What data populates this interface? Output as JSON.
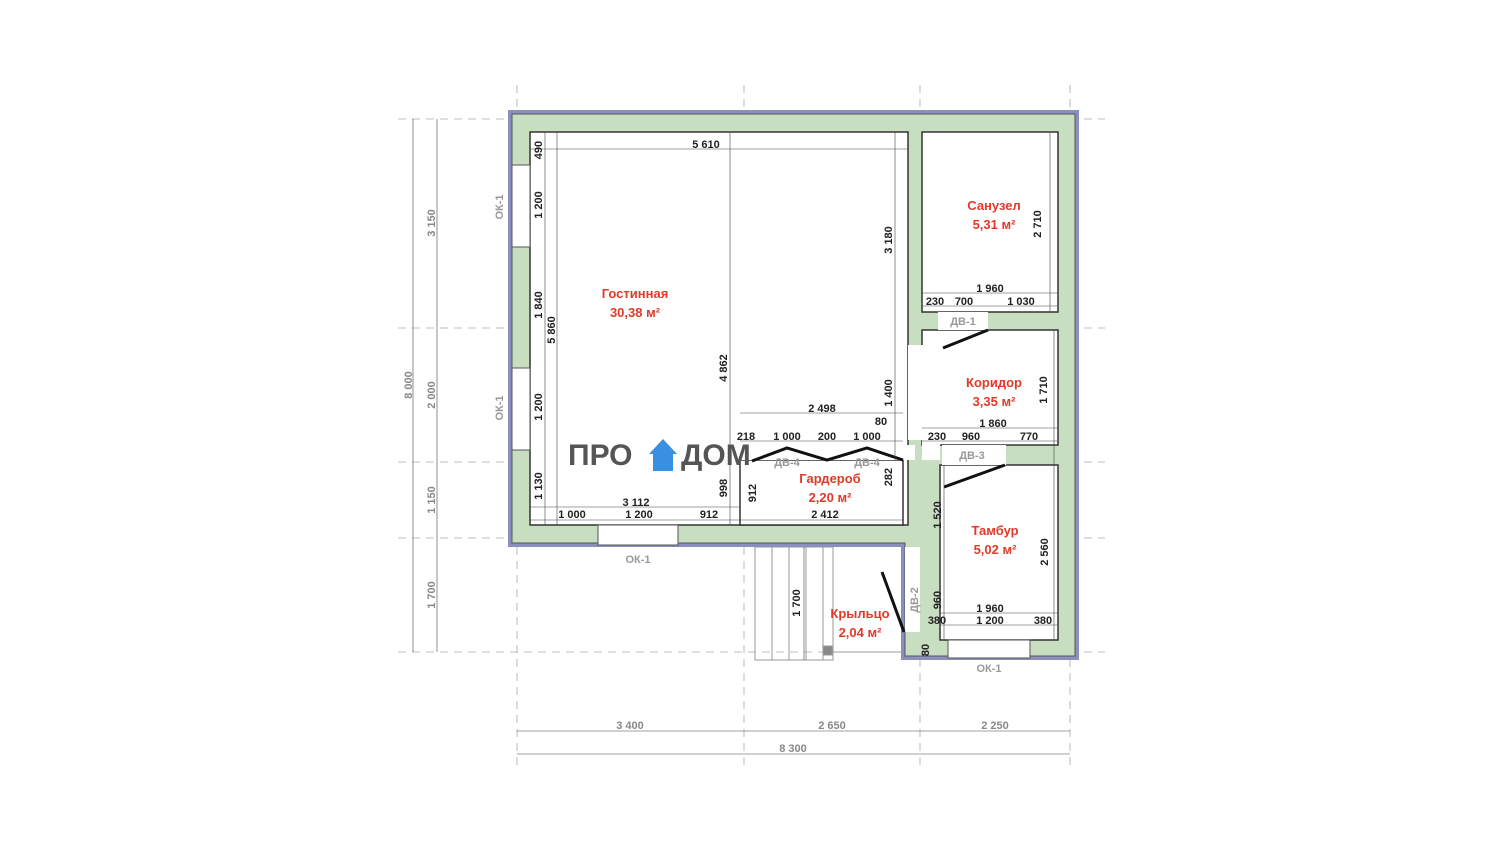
{
  "logo": {
    "left": "ПРО",
    "right": "ДОМ"
  },
  "rooms": [
    {
      "name": "Гостинная",
      "area": "30,38 м²"
    },
    {
      "name": "Санузел",
      "area": "5,31 м²"
    },
    {
      "name": "Коридор",
      "area": "3,35 м²"
    },
    {
      "name": "Гардероб",
      "area": "2,20 м²"
    },
    {
      "name": "Тамбур",
      "area": "5,02 м²"
    },
    {
      "name": "Крыльцо",
      "area": "2,04 м²"
    }
  ],
  "dims": [
    "5 610",
    "490",
    "1 200",
    "1 840",
    "5 860",
    "1 200",
    "1 130",
    "3 112",
    "1 000",
    "1 200",
    "912",
    "998",
    "4 862",
    "3 180",
    "1 400",
    "2 498",
    "80",
    "218",
    "1 000",
    "200",
    "1 000",
    "912",
    "2 412",
    "282",
    "2 710",
    "1 960",
    "230",
    "700",
    "1 030",
    "1 710",
    "1 860",
    "230",
    "960",
    "770",
    "1 520",
    "2 560",
    "960",
    "1 960",
    "380",
    "1 200",
    "380",
    "80",
    "1 700"
  ],
  "outer_dims": [
    "8 000",
    "3 150",
    "2 000",
    "1 150",
    "1 700",
    "3 400",
    "2 650",
    "2 250",
    "8 300"
  ],
  "openings": [
    "ОК-1",
    "ОК-1",
    "ОК-1",
    "ОК-1",
    "ДВ-1",
    "ДВ-3",
    "ДВ-4",
    "ДВ-4",
    "ДВ-2"
  ],
  "colors": {
    "wall": "#c8dec0",
    "room_label": "#e03a2a",
    "logo_house": "#3b8fe0"
  }
}
